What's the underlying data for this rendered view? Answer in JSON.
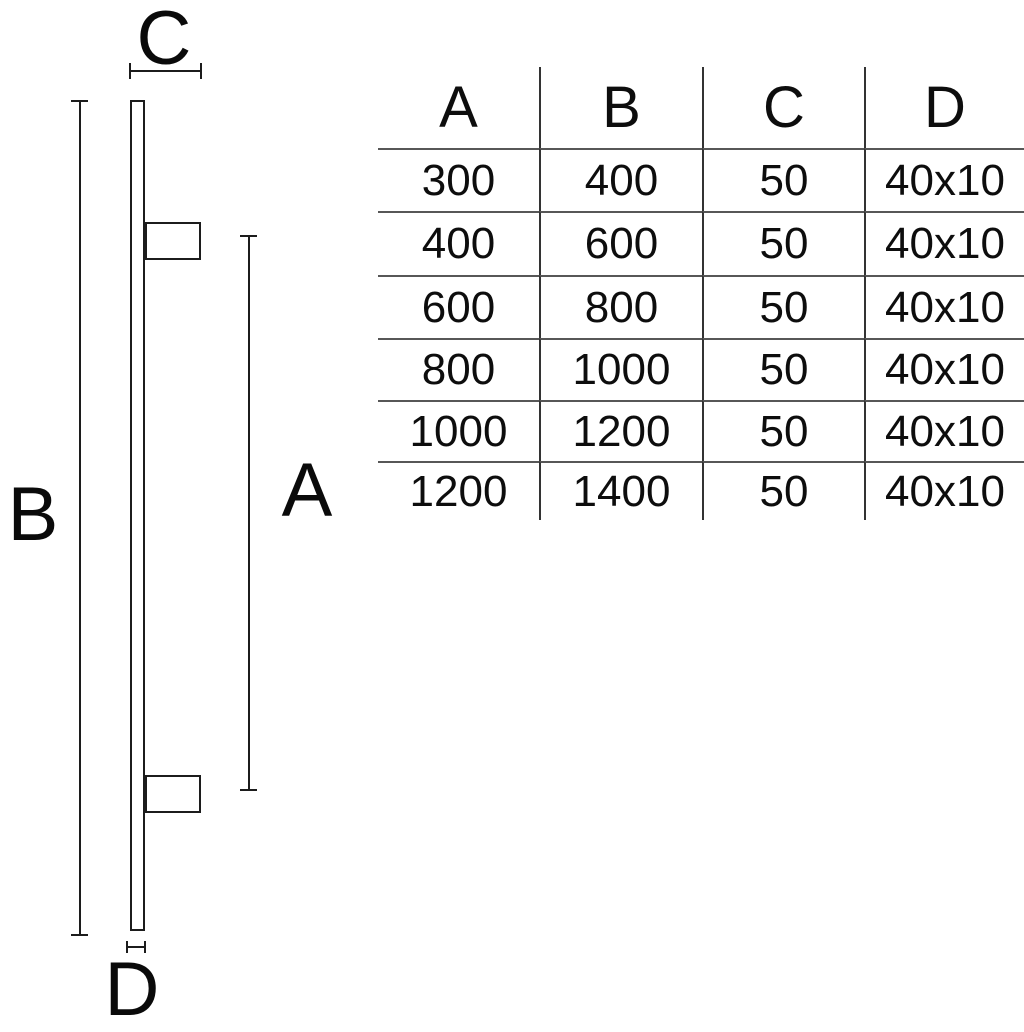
{
  "figure": {
    "labels": {
      "a": "A",
      "b": "B",
      "c": "C",
      "d": "D"
    }
  },
  "table": {
    "headers": [
      "A",
      "B",
      "C",
      "D"
    ],
    "rows": [
      [
        "300",
        "400",
        "50",
        "40x10"
      ],
      [
        "400",
        "600",
        "50",
        "40x10"
      ],
      [
        "600",
        "800",
        "50",
        "40x10"
      ],
      [
        "800",
        "1000",
        "50",
        "40x10"
      ],
      [
        "1000",
        "1200",
        "50",
        "40x10"
      ],
      [
        "1200",
        "1400",
        "50",
        "40x10"
      ]
    ]
  },
  "colors": {
    "ink": "#111111",
    "drawing_line": "#1c1c1c",
    "table_vertical_rule": "#333333",
    "table_horizontal_rule": "#575757",
    "background": "#ffffff"
  }
}
